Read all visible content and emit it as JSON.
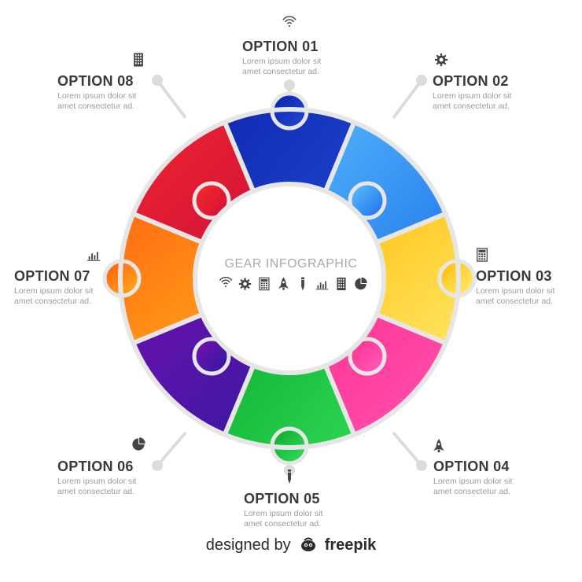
{
  "diagram": {
    "center_title": "GEAR INFOGRAPHIC",
    "options": [
      {
        "title": "OPTION 01",
        "desc_line1": "Lorem ipsum dolor sit",
        "desc_line2": "amet consectetur ad.",
        "icon": "wifi-icon"
      },
      {
        "title": "OPTION 02",
        "desc_line1": "Lorem ipsum dolor sit",
        "desc_line2": "amet consectetur ad.",
        "icon": "gear-icon"
      },
      {
        "title": "OPTION 03",
        "desc_line1": "Lorem ipsum dolor sit",
        "desc_line2": "amet consectetur ad.",
        "icon": "calculator-icon"
      },
      {
        "title": "OPTION 04",
        "desc_line1": "Lorem ipsum dolor sit",
        "desc_line2": "amet consectetur ad.",
        "icon": "rocket-icon"
      },
      {
        "title": "OPTION 05",
        "desc_line1": "Lorem ipsum dolor sit",
        "desc_line2": "amet consectetur ad.",
        "icon": "pencil-icon"
      },
      {
        "title": "OPTION 06",
        "desc_line1": "Lorem ipsum dolor sit",
        "desc_line2": "amet consectetur ad.",
        "icon": "pie-chart-icon"
      },
      {
        "title": "OPTION 07",
        "desc_line1": "Lorem ipsum dolor sit",
        "desc_line2": "amet consectetur ad.",
        "icon": "bar-chart-icon"
      },
      {
        "title": "OPTION 08",
        "desc_line1": "Lorem ipsum dolor sit",
        "desc_line2": "amet consectetur ad.",
        "icon": "building-icon"
      }
    ],
    "colors": {
      "seg1": [
        "#0d22a8",
        "#1f4ad8"
      ],
      "seg2": [
        "#5ec2ff",
        "#1a6de8"
      ],
      "seg3": [
        "#ffb900",
        "#fff07a"
      ],
      "seg4": [
        "#ff2e8c",
        "#ff5fbe"
      ],
      "seg5": [
        "#0aa82c",
        "#35e05a"
      ],
      "seg6": [
        "#7a0fb0",
        "#2a1a9e"
      ],
      "seg7": [
        "#ff5a10",
        "#ffb21a"
      ],
      "seg8": [
        "#ff2a2a",
        "#c8103a"
      ],
      "connector": "#dcdcdc",
      "text_dark": "#3a3a3a",
      "text_light": "#9b9b9b"
    }
  },
  "footer": {
    "prefix": "designed by",
    "brand": "freepik"
  }
}
